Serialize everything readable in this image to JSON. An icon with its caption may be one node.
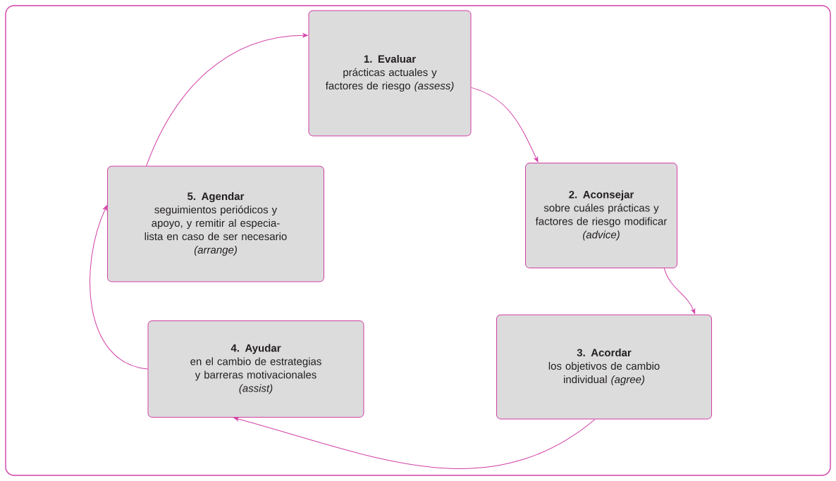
{
  "diagram": {
    "nodes": [
      {
        "text": [
          "1. Evaluar",
          "prácticas actuales y factores de riesgo *(assess)*"
        ]
      },
      {
        "text": [
          "2. Aconsejar",
          "sobre cuáles prácticas y factores de riesgo modificar",
          "(advice)"
        ]
      },
      {
        "text": [
          "3. Acordar",
          "los objetivos de cambio individual *(agree)*"
        ]
      },
      {
        "text": [
          "4. Ayudar",
          "en el cambio de estrategias y barreras motivacionales",
          "(assist)"
        ]
      },
      {
        "text": [
          "5. Agendar",
          "seguimientos periódicos y apoyo, y remitir al especia-lista en caso de ser necesario",
          "(arrange)"
        ]
      }
    ],
    "edges": [
      {
        "from": 0,
        "to": 1,
        "arrow": "to"
      },
      {
        "from": 1,
        "to": 2,
        "arrow": "to"
      },
      {
        "from": 2,
        "to": 3,
        "arrow": "to"
      },
      {
        "from": 3,
        "to": 4,
        "arrow": "to"
      },
      {
        "from": 4,
        "to": 0,
        "arrow": "to"
      }
    ]
  }
}
